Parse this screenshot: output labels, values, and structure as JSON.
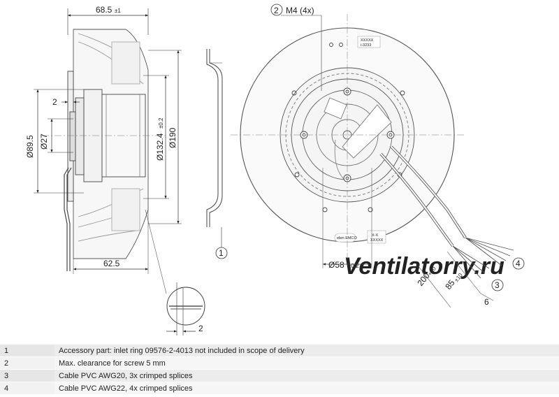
{
  "side_view": {
    "dim_depth": "68.5",
    "dim_depth_tol": "±1",
    "dim_inner": "62.5",
    "dim_flange": "2",
    "dim_d89": "Ø89.5",
    "dim_d27": "Ø27",
    "dim_d132": "Ø132.4",
    "dim_d132_tol": "±0.2",
    "dim_d190": "Ø190"
  },
  "detail": {
    "clearance": "2"
  },
  "callout1": "1",
  "front_view": {
    "screw_callout": "2",
    "screw_label": "M4 (4x)",
    "dim_d58": "Ø58",
    "dim_d58_tol": "±0.2",
    "cable_len": "200",
    "cable_len_tol": "+20",
    "strip_len": "85",
    "strip_len_tol": "±10",
    "splice_len": "6",
    "callout3": "3",
    "callout4": "4",
    "label_top_1": "XXXXX",
    "label_top_2": "i-3233",
    "label_bottom_right_1": "X-X",
    "label_bottom_right_2": "XXXXX",
    "label_bottom_left": "ebm EMCO"
  },
  "watermark": "Ventilatorry.ru",
  "notes": [
    {
      "num": "1",
      "text": "Accessory part: inlet ring 09576-2-4013 not included in scope of delivery"
    },
    {
      "num": "2",
      "text": "Max. clearance for screw 5 mm"
    },
    {
      "num": "3",
      "text": "Cable PVC AWG20, 3x crimped splices"
    },
    {
      "num": "4",
      "text": "Cable PVC AWG22, 4x crimped splices"
    }
  ]
}
